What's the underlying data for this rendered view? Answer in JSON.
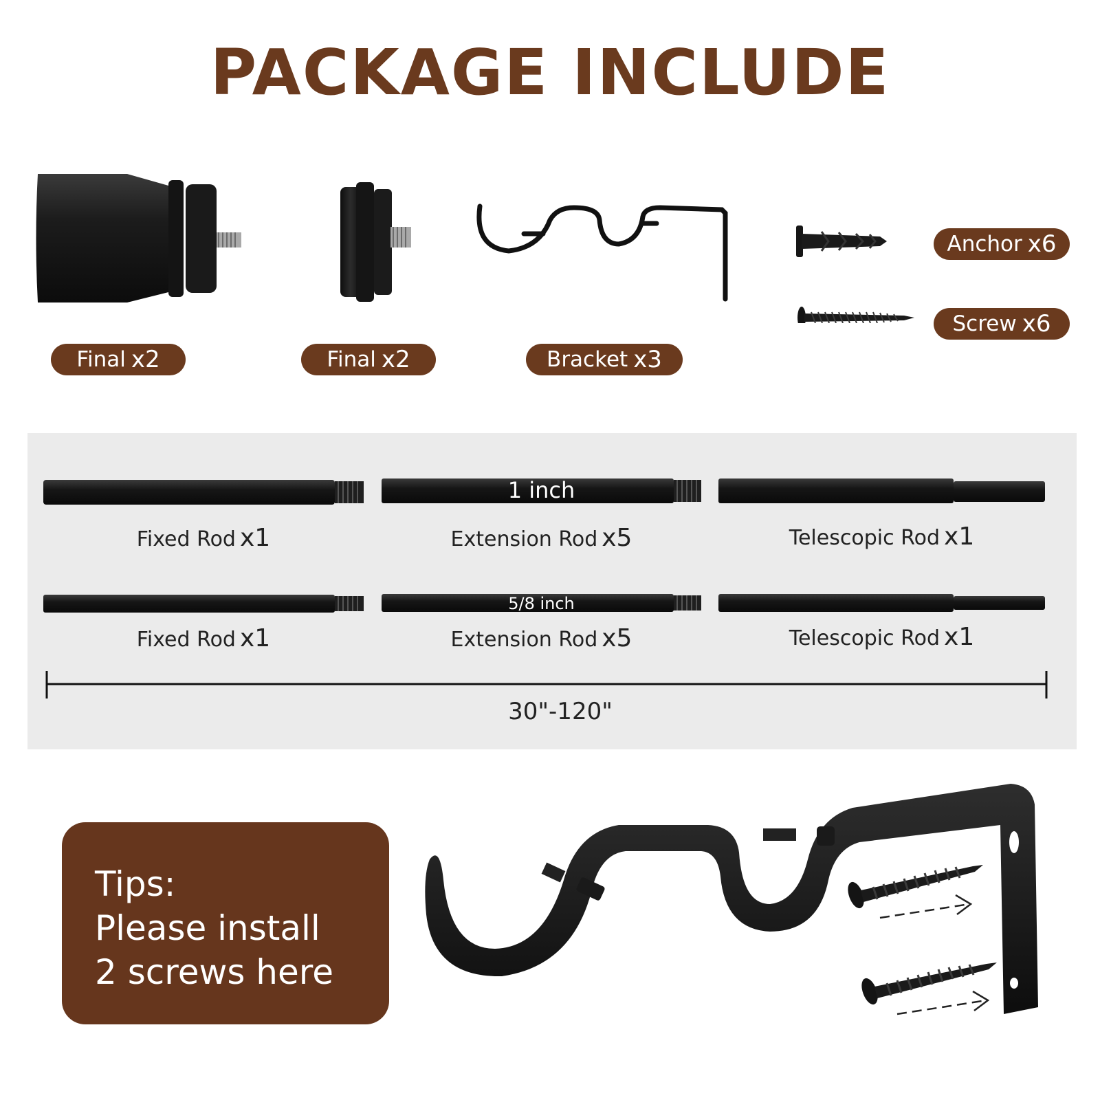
{
  "title": "PACKAGE INCLUDE",
  "parts": [
    {
      "name": "Final",
      "qty": "x2"
    },
    {
      "name": "Final",
      "qty": "x2"
    },
    {
      "name": "Bracket",
      "qty": "x3"
    },
    {
      "name": "Anchor",
      "qty": "x6"
    },
    {
      "name": "Screw",
      "qty": "x6"
    }
  ],
  "rods": {
    "row1": {
      "size": "1 inch",
      "items": [
        {
          "name": "Fixed Rod",
          "qty": "x1"
        },
        {
          "name": "Extension Rod",
          "qty": "x5"
        },
        {
          "name": "Telescopic Rod",
          "qty": "x1"
        }
      ]
    },
    "row2": {
      "size": "5/8 inch",
      "items": [
        {
          "name": "Fixed Rod",
          "qty": "x1"
        },
        {
          "name": "Extension Rod",
          "qty": "x5"
        },
        {
          "name": "Telescopic Rod",
          "qty": "x1"
        }
      ]
    },
    "range": "30\"-120\""
  },
  "tips": {
    "line1": "Tips:",
    "line2": "Please install",
    "line3": "2 screws here"
  },
  "colors": {
    "brand_brown": "#6a3a1e",
    "panel_gray": "#ebebeb",
    "hardware_black": "#151515"
  }
}
